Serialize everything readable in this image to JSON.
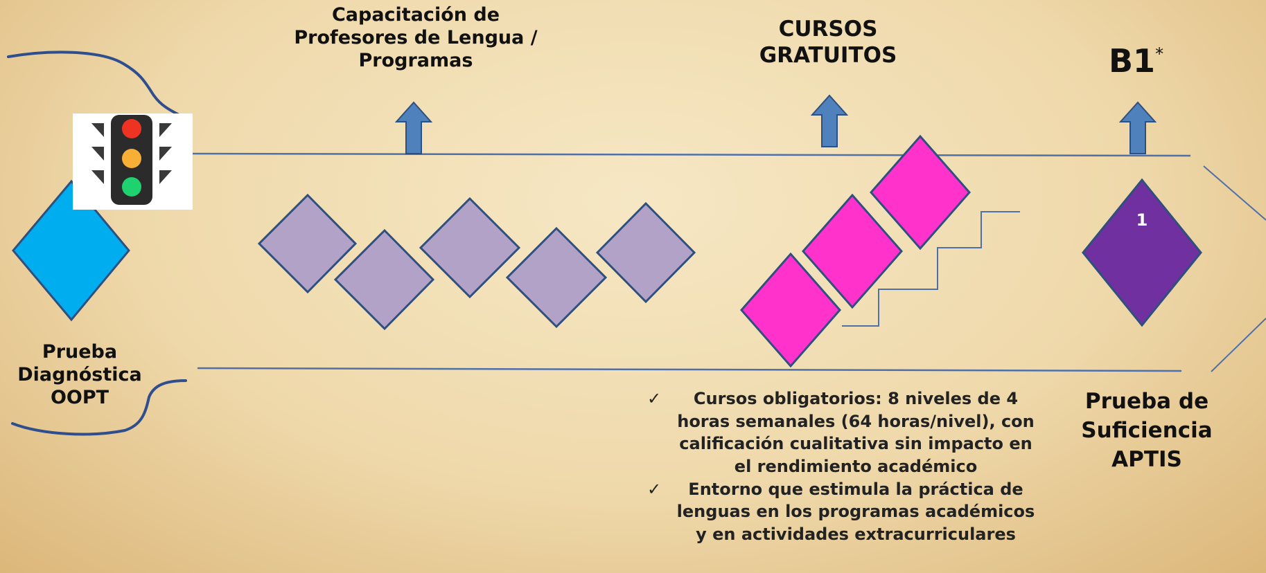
{
  "top_labels": {
    "capacitacion": [
      "Capacitación de",
      "Profesores de Lengua /",
      "Programas"
    ],
    "cursos": [
      "CURSOS",
      "GRATUITOS"
    ],
    "b1": "B1",
    "b1_mark": "*"
  },
  "left": {
    "lines": [
      "Prueba",
      "Diagnóstica",
      "OOPT"
    ],
    "icon": "traffic-light-icon"
  },
  "right": {
    "lines": [
      "Prueba de",
      "Suficiencia",
      "APTIS"
    ],
    "diamond_text": "1"
  },
  "bullets": [
    "Cursos obligatorios: 8 niveles de 4 horas semanales (64 horas/nivel), con calificación cualitativa sin impacto en el rendimiento académico",
    "Entorno que estimula la práctica de lenguas en los programas académicos y en actividades extracurriculares"
  ],
  "colors": {
    "blue_diamond": "#00AEEF",
    "lavender_diamond": "#B3A2C8",
    "pink_diamond": "#FF33CC",
    "purple_diamond": "#7030A0",
    "outline": "#2F4F7F",
    "arrow": "#4F81BD"
  }
}
